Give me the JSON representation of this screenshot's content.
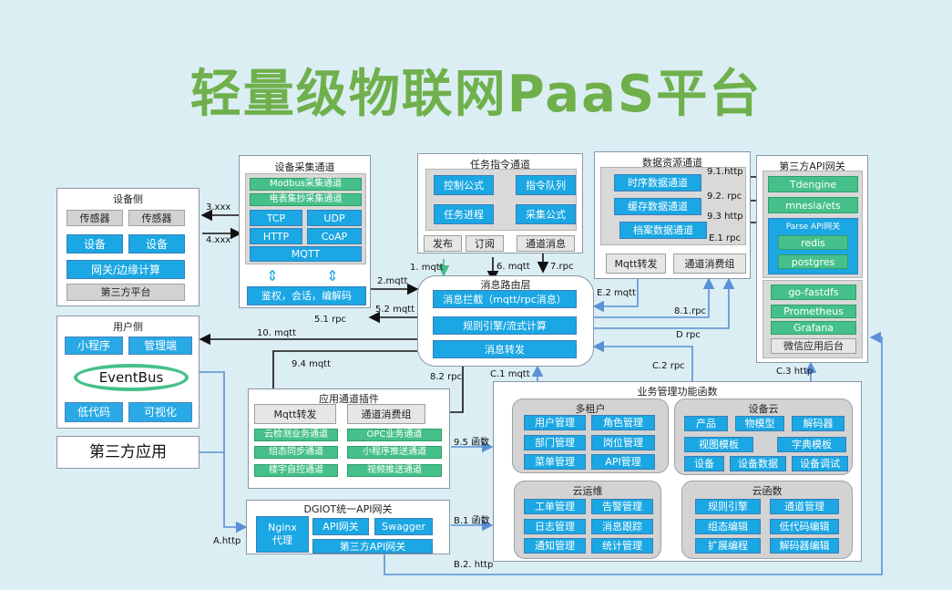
{
  "title": "轻量级物联网PaaS平台",
  "device_side": {
    "title": "设备侧",
    "items": [
      "传感器",
      "传感器",
      "设备",
      "设备",
      "网关/边缘计算",
      "第三方平台"
    ]
  },
  "user_side": {
    "title": "用户侧",
    "items": [
      "小程序",
      "管理端",
      "EventBus",
      "低代码",
      "可视化"
    ]
  },
  "third_app": "第三方应用",
  "collect": {
    "title": "设备采集通道",
    "items": [
      "Modbus采集通道",
      "电表集抄采集通道",
      "TCP",
      "UDP",
      "HTTP",
      "CoAP",
      "MQTT"
    ],
    "codec": "鉴权，会话，编解码"
  },
  "task": {
    "title": "任务指令通道",
    "items": [
      "控制公式",
      "指令队列",
      "任务进程",
      "采集公式"
    ],
    "tabs": [
      "发布",
      "订阅",
      "通道消息"
    ]
  },
  "data_res": {
    "title": "数据资源通道",
    "items": [
      "时序数据通道",
      "缓存数据通道",
      "档案数据通道"
    ],
    "bottom": [
      "Mqtt转发",
      "通道消费组"
    ]
  },
  "api3": {
    "title": "第三方API网关",
    "items": [
      "Tdengine",
      "mnesia/ets",
      "Parse API网关",
      "redis",
      "postgres",
      "go-fastdfs",
      "Prometheus",
      "Grafana",
      "微信应用后台"
    ]
  },
  "router": {
    "title": "消息路由层",
    "items": [
      "消息拦截（mqtt/rpc消息）",
      "规则引擎/流式计算",
      "消息转发"
    ]
  },
  "plugin": {
    "title": "应用通道插件",
    "items": [
      "Mqtt转发",
      "通道消费组",
      "云检测业务通道",
      "OPC业务通道",
      "组态同步通道",
      "小程序推送通道",
      "楼宇自控通道",
      "视频推送通道"
    ]
  },
  "gateway": {
    "title": "DGIOT统一API网关",
    "items": [
      "Nginx\n代理",
      "API网关",
      "Swagger",
      "第三方API网关"
    ]
  },
  "biz": {
    "title": "业务管理功能函数",
    "tenant": {
      "title": "多租户",
      "items": [
        "用户管理",
        "角色管理",
        "部门管理",
        "岗位管理",
        "菜单管理",
        "API管理"
      ]
    },
    "devcloud": {
      "title": "设备云",
      "items": [
        "产品",
        "物模型",
        "解码器",
        "视图模板",
        "字典模板",
        "设备",
        "设备数据",
        "设备调试"
      ]
    },
    "ops": {
      "title": "云运维",
      "items": [
        "工单管理",
        "告警管理",
        "日志管理",
        "消息跟踪",
        "通知管理",
        "统计管理"
      ]
    },
    "func": {
      "title": "云函数",
      "items": [
        "规则引擎",
        "通道管理",
        "组态编辑",
        "低代码编辑",
        "扩展编程",
        "解码器编辑"
      ]
    }
  },
  "labels": [
    "3.xxx",
    "4.xxx",
    "2.mqtt",
    "5.2 mqtt",
    "5.1 rpc",
    "10. mqtt",
    "9.4 mqtt",
    "1. mqtt",
    "6. mqtt",
    "7.rpc",
    "9.1.http",
    "9.2. rpc",
    "9.3 http",
    "E.1 rpc",
    "E.2 mqtt",
    "8.1.rpc",
    "D rpc",
    "C.2 rpc",
    "C.3 http",
    "8.2 rpc",
    "C.1 mqtt",
    "9.5 函数",
    "B.1 函数",
    "B.2. http",
    "A.http"
  ],
  "colors": {
    "title": "#6fb04c",
    "blue": "#1aa7e3",
    "green": "#46c08a",
    "arrow": "#5b8fd6",
    "bg": "#dbeef3"
  }
}
